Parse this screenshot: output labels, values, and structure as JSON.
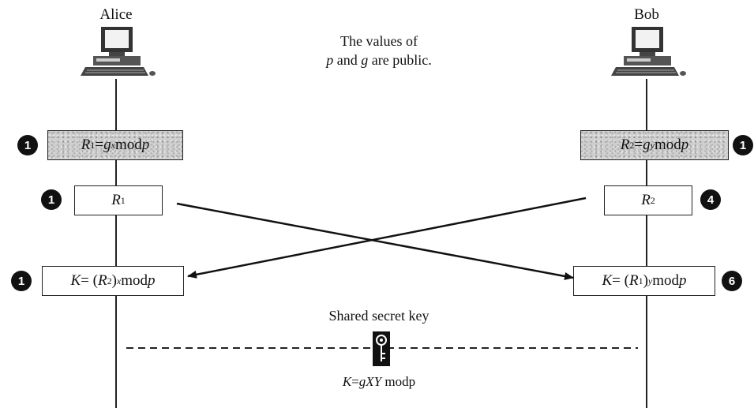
{
  "parties": {
    "left": "Alice",
    "right": "Bob"
  },
  "public_note": {
    "line1": "The values of",
    "line2_p": "p",
    "line2_and": " and ",
    "line2_g": "g",
    "line2_rest": " are public."
  },
  "alice_steps": {
    "compute_r1": {
      "badge": "1",
      "lhs": "R",
      "lhs_sub": "1",
      "eq": " = ",
      "base": "g",
      "exp": "x",
      "mod": " mod ",
      "p": "p"
    },
    "send_r1": {
      "badge": "1",
      "var": "R",
      "sub": "1"
    },
    "compute_k": {
      "badge": "1",
      "k": "K",
      "eq": " = (",
      "r": "R",
      "r_sub": "2",
      "close": ")",
      "exp": "x",
      "mod": " mod ",
      "p": "p"
    }
  },
  "bob_steps": {
    "compute_r2": {
      "badge": "1",
      "lhs": "R",
      "lhs_sub": "2",
      "eq": " = ",
      "base": "g",
      "exp": "y",
      "mod": " mod ",
      "p": "p"
    },
    "send_r2": {
      "badge": "4",
      "var": "R",
      "sub": "2"
    },
    "compute_k": {
      "badge": "6",
      "k": "K",
      "eq": " = (",
      "r": "R",
      "r_sub": "1",
      "close": ")",
      "exp": "y",
      "mod": " mod ",
      "p": "p"
    }
  },
  "shared_key": {
    "label": "Shared secret key",
    "formula_k": "K",
    "formula_eq": "=",
    "formula_rest": "gXY",
    "formula_mod": " modp"
  }
}
